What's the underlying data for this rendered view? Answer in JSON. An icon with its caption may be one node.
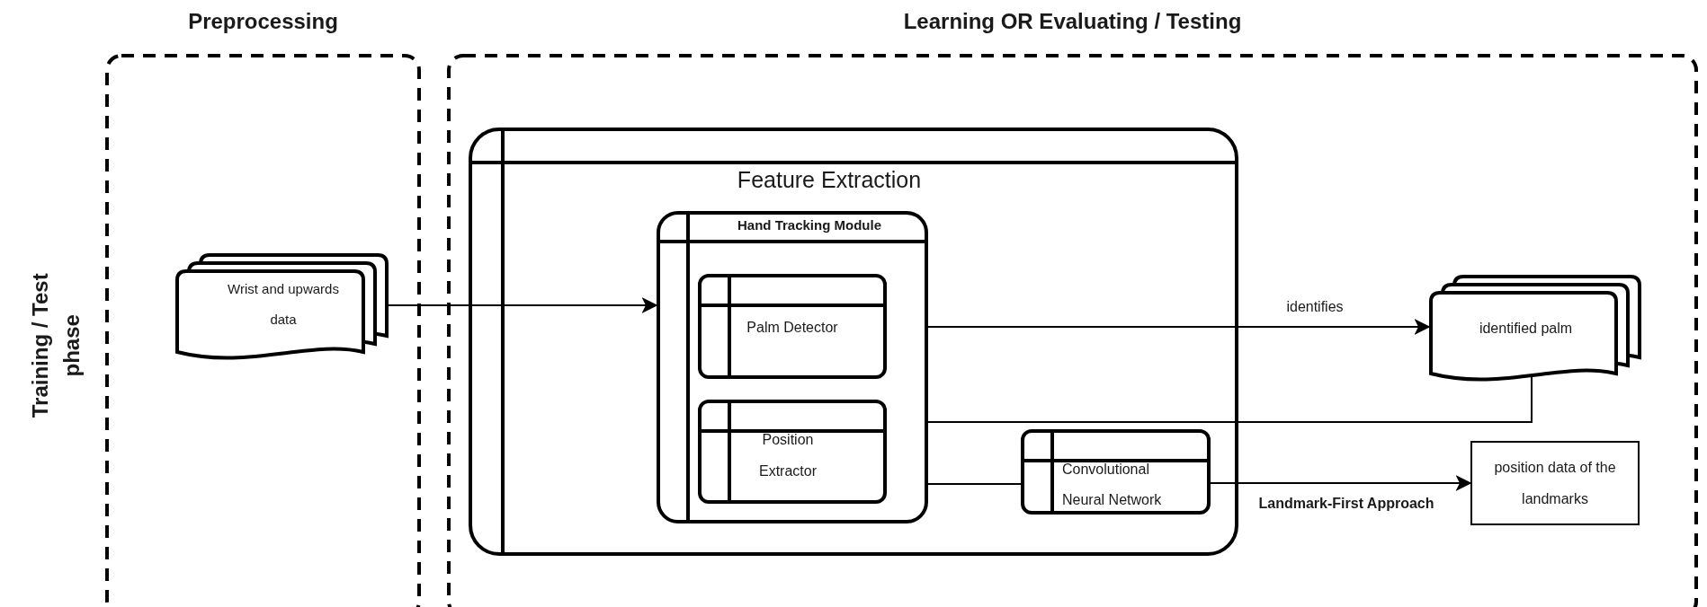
{
  "diagram": {
    "nodes": [
      {
        "text": [
          "Preprocessing"
        ]
      },
      {
        "text": [
          "Learning OR Evaluating / Testing"
        ]
      },
      {
        "text": [
          "Feature Extraction"
        ],
        "in": 1
      },
      {
        "text": [
          "Hand Tracking Module"
        ],
        "in": 2
      },
      {
        "text": [
          "Palm Detector"
        ],
        "in": 3
      },
      {
        "text": [
          "Position Extractor"
        ],
        "in": 3
      },
      {
        "text": [
          "Convolutional Neural Network"
        ],
        "in": 2
      },
      {
        "text": [
          "Wrist and upwards data"
        ],
        "in": 0
      },
      {
        "text": [
          "identified palm"
        ],
        "in": 1
      },
      {
        "text": [
          "position data of the landmarks"
        ],
        "in": 1
      }
    ],
    "edges": [
      {
        "from": 7,
        "to": 3,
        "arrow": "to"
      },
      {
        "from": 3,
        "to": 8,
        "arrow": "to",
        "label": "identifies"
      },
      {
        "from": 8,
        "to": 3,
        "arrow": "none"
      },
      {
        "from": 3,
        "to": 6,
        "arrow": "none"
      },
      {
        "from": 6,
        "to": 9,
        "arrow": "to",
        "label": "Landmark-First Approach"
      }
    ],
    "labels": [
      "Training / Test phase"
    ]
  }
}
